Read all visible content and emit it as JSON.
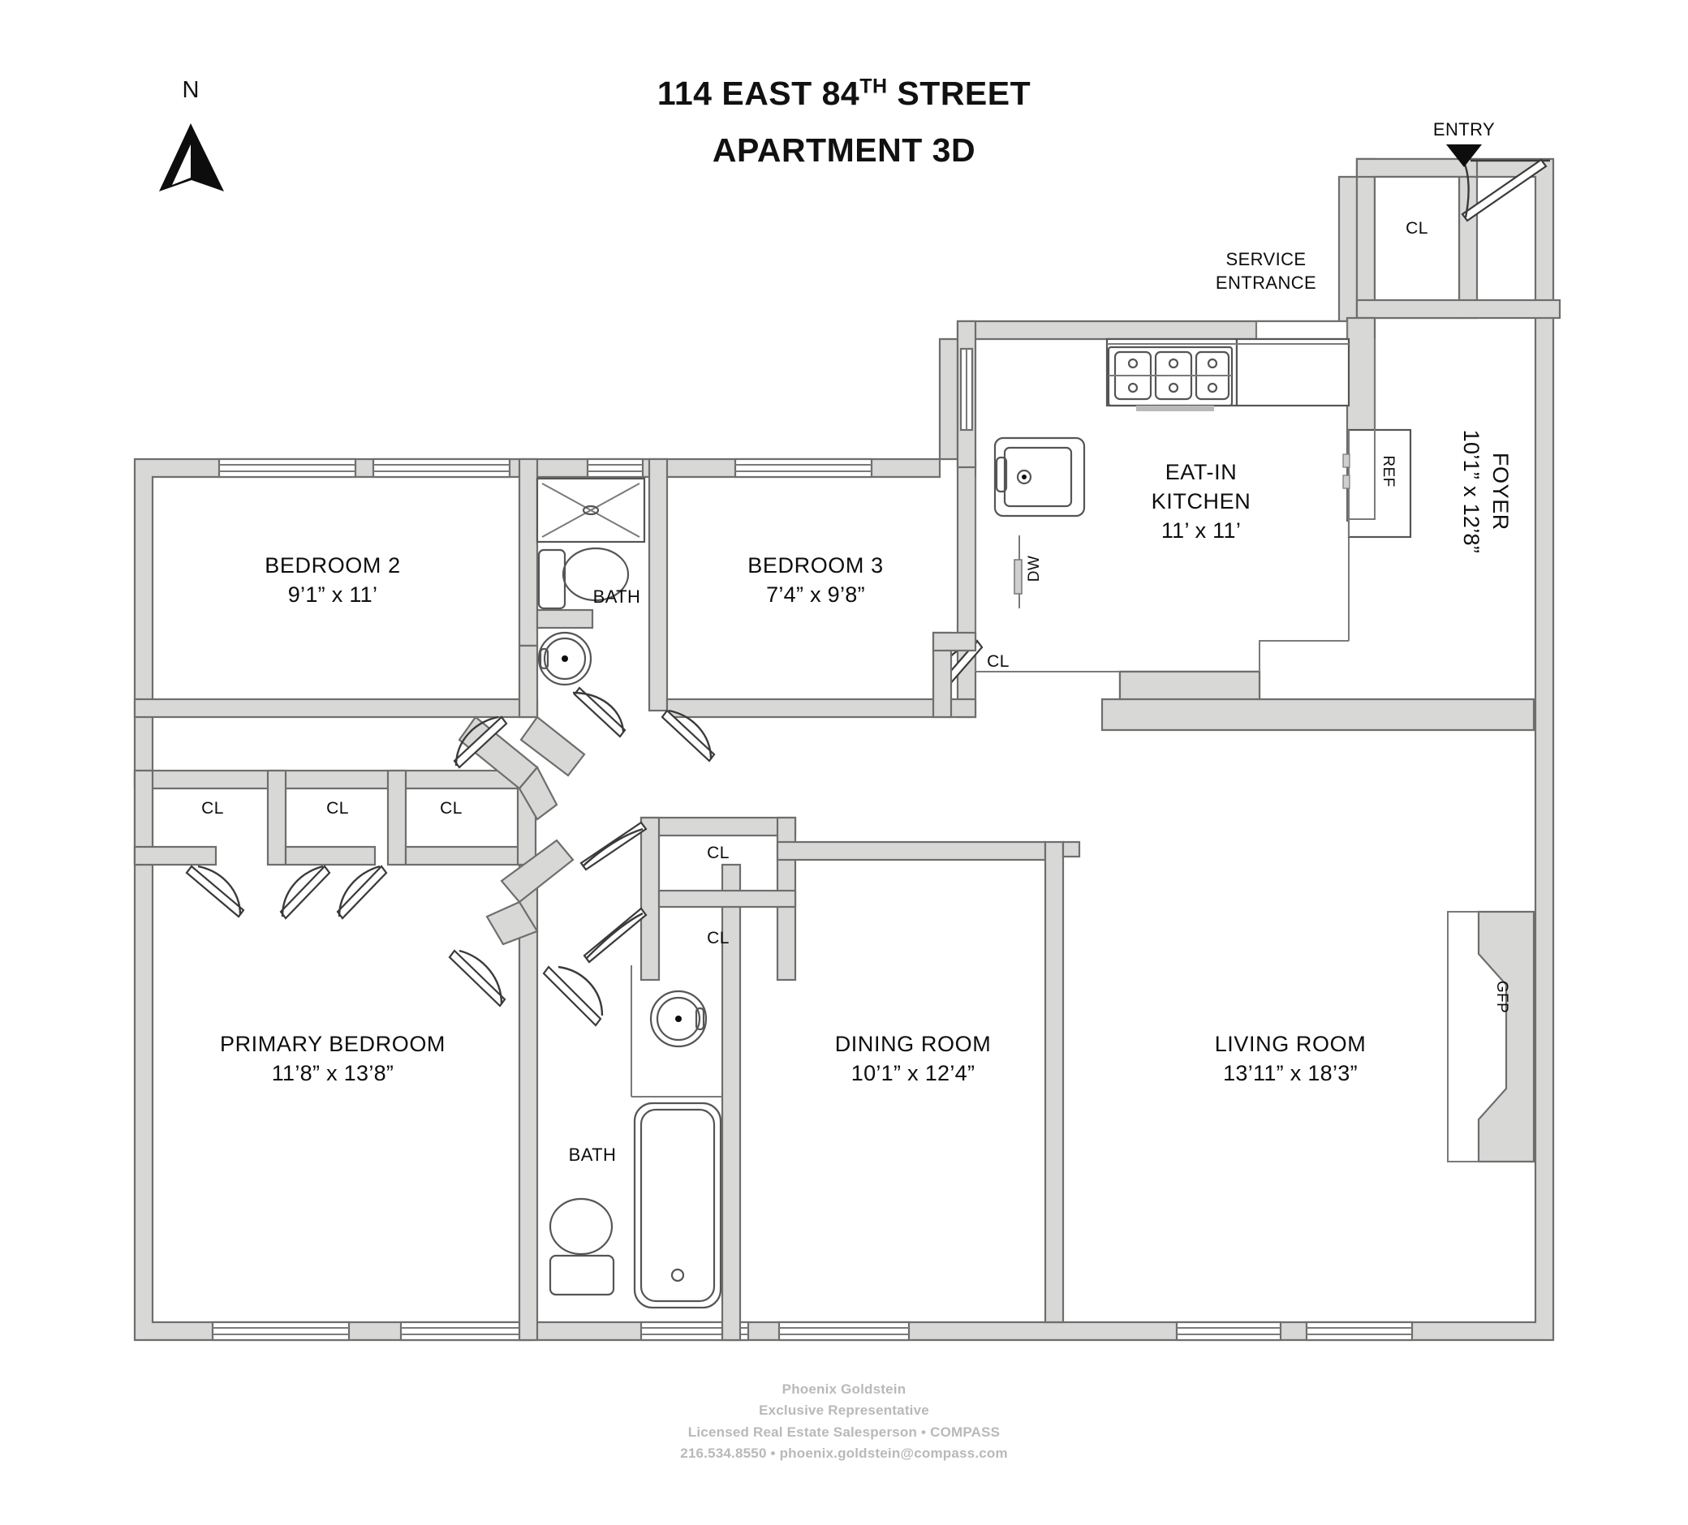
{
  "title": {
    "line1_pre": "114 EAST 84",
    "line1_sup": "TH",
    "line1_post": " STREET",
    "line2": "APARTMENT 3D"
  },
  "compass": {
    "north_label": "N",
    "icon": "north-arrow-icon"
  },
  "markers": {
    "entry_label": "ENTRY",
    "entry_arrow": "triangle-down-icon",
    "service_entrance_line1": "SERVICE",
    "service_entrance_line2": "ENTRANCE"
  },
  "rooms": [
    {
      "id": "bedroom-2",
      "name": "BEDROOM 2",
      "dim": "9’1” x 11’"
    },
    {
      "id": "bedroom-3",
      "name": "BEDROOM 3",
      "dim": "7’4” x 9’8”"
    },
    {
      "id": "eat-in-kitchen",
      "name_line1": "EAT-IN",
      "name_line2": "KITCHEN",
      "dim": "11’ x 11’"
    },
    {
      "id": "foyer",
      "name": "FOYER",
      "dim": "10’1” x 12’8”"
    },
    {
      "id": "primary-bedroom",
      "name": "PRIMARY BEDROOM",
      "dim": "11’8” x 13’8”"
    },
    {
      "id": "dining-room",
      "name": "DINING ROOM",
      "dim": "10’1” x 12’4”"
    },
    {
      "id": "living-room",
      "name": "LIVING ROOM",
      "dim": "13’11” x 18’3”"
    }
  ],
  "baths": [
    {
      "id": "bath-upper",
      "label": "BATH"
    },
    {
      "id": "bath-lower",
      "label": "BATH"
    }
  ],
  "closets": [
    {
      "id": "cl-foyer",
      "label": "CL"
    },
    {
      "id": "cl-bed3",
      "label": "CL"
    },
    {
      "id": "cl-hall-1",
      "label": "CL"
    },
    {
      "id": "cl-hall-2",
      "label": "CL"
    },
    {
      "id": "cl-hall-3",
      "label": "CL"
    },
    {
      "id": "cl-dining-1",
      "label": "CL"
    },
    {
      "id": "cl-dining-2",
      "label": "CL"
    }
  ],
  "appliances": [
    {
      "id": "refrigerator",
      "label": "REF"
    },
    {
      "id": "dishwasher",
      "label": "DW"
    },
    {
      "id": "fireplace",
      "label": "GFP"
    }
  ],
  "footer": {
    "agent_name": "Phoenix Goldstein",
    "role": "Exclusive Representative",
    "license": "Licensed Real Estate Salesperson • COMPASS",
    "contact": "216.534.8550 • phoenix.goldstein@compass.com"
  },
  "colors": {
    "wall_fill": "#d8d8d6",
    "wall_stroke": "#6e6e6e",
    "ink": "#111111",
    "footer_text": "#b9b9b9",
    "background": "#ffffff"
  }
}
